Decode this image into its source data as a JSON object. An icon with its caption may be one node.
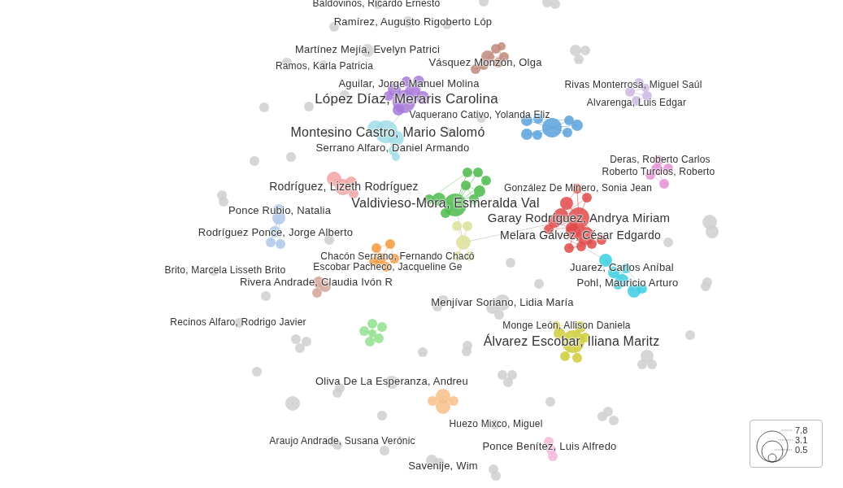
{
  "diagram": {
    "labels": [
      "Baldovinos, Ricardo Ernesto",
      "Ramírez, Augusto Rigoberto Lóp",
      "Martínez Mejía, Evelyn Patrici",
      "Ramos, Karla Patricia",
      "Vásquez Monzón, Olga",
      "Aguilar, Jorge Manuel Molina",
      "López Díaz, Meraris Carolina",
      "Rivas Monterrosa, Miguel Saúl",
      "Alvarenga, Luis Edgar",
      "Vaquerano Cativo, Yolanda Eliz",
      "Montesino Castro, Mario Salomó",
      "Serrano Alfaro, Daniel Armando",
      "Deras, Roberto Carlos",
      "Roberto Turcios, Roberto",
      "Rodríguez, Lizeth Rodríguez",
      "González De Minero, Sonia Jean",
      "Valdivieso-Mora, Esmeralda Val",
      "Ponce Rubio, Natalia",
      "Garay Rodríguez, Andrya Miriam",
      "Rodríguez Ponce, Jorge Alberto",
      "Melara Gálvez, César Edgardo",
      "Chacón Serrano, Fernando Chacó",
      "Brito, Marcela Lisseth Brito",
      "Escobar Pacheco, Jacqueline Ge",
      "Juarez, Carlos Aníbal",
      "Rivera Andrade, Claudia Ivón R",
      "Pohl, Mauricio Arturo",
      "Menjívar Soriano, Lidia María",
      "Recinos Alfaro, Rodrigo Javier",
      "Monge León, Allison Daniela",
      "Álvarez Escobar, Iliana Maritz",
      "Oliva De La Esperanza, Andreu",
      "Huezo Mixco, Miguel",
      "Araujo Andrade, Susana Verónic",
      "Ponce Benítez, Luis Alfredo",
      "Savenije, Wim"
    ],
    "legend": [
      {
        "text": "7.8"
      },
      {
        "text": "3.1"
      },
      {
        "text": "0.5"
      }
    ]
  }
}
